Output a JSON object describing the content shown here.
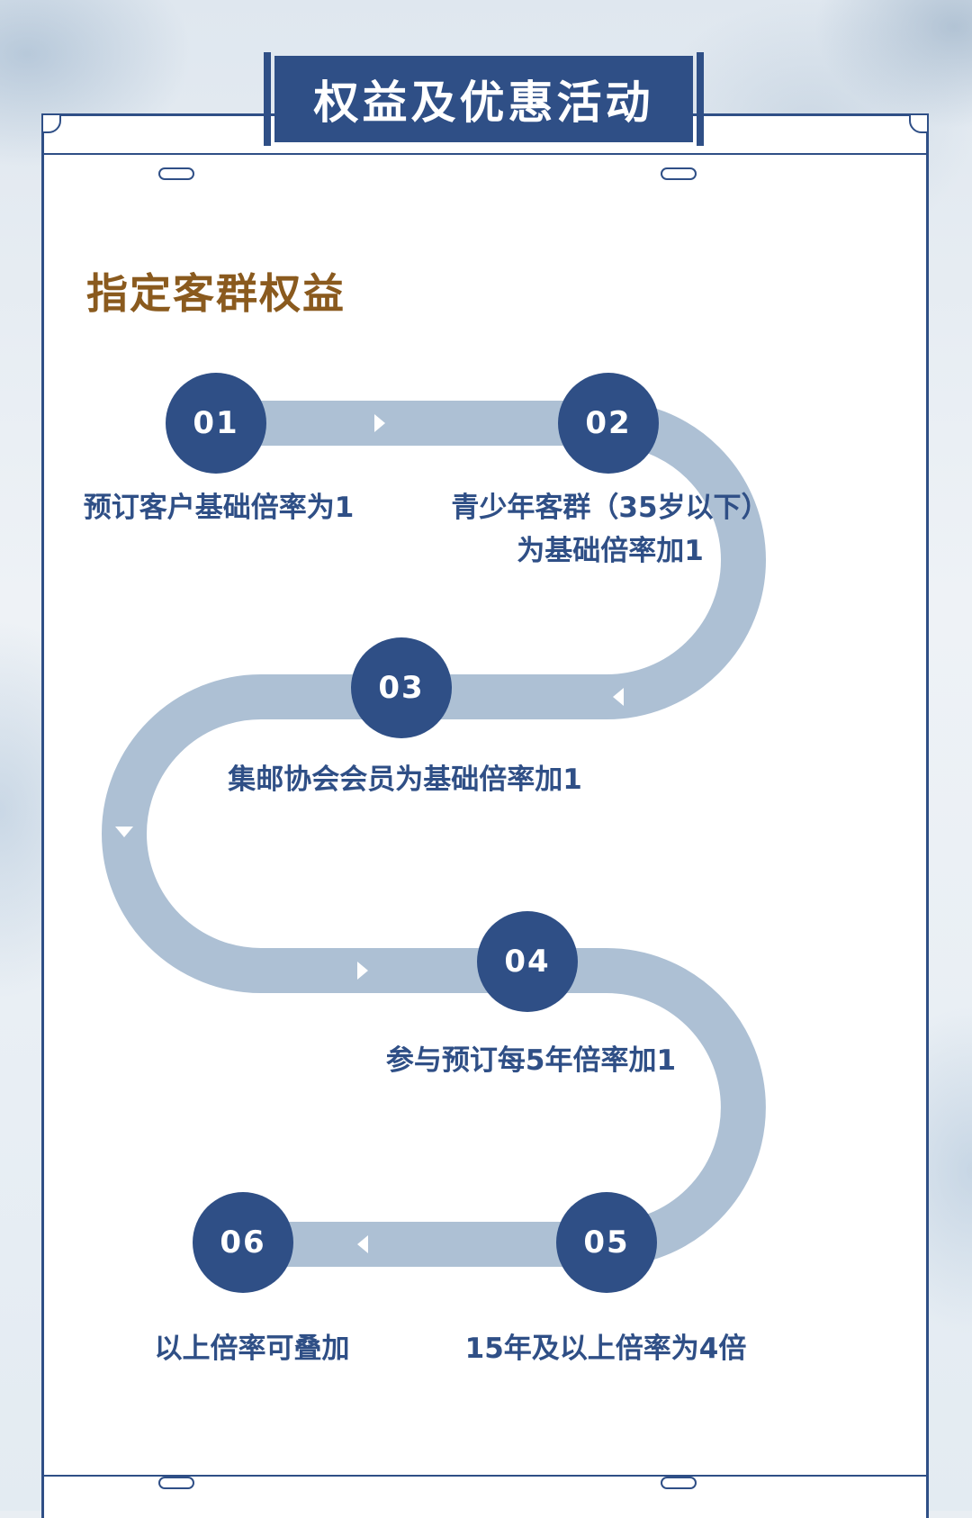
{
  "title": "权益及优惠活动",
  "section_title": "指定客群权益",
  "steps": [
    {
      "num": "01",
      "text": "预订客户基础倍率为1"
    },
    {
      "num": "02",
      "text_line1": "青少年客群（35岁以下）",
      "text_line2": "为基础倍率加1"
    },
    {
      "num": "03",
      "text": "集邮协会会员为基础倍率加1"
    },
    {
      "num": "04",
      "text": "参与预订每5年倍率加1"
    },
    {
      "num": "05",
      "text": "15年及以上倍率为4倍"
    },
    {
      "num": "06",
      "text": "以上倍率可叠加"
    }
  ],
  "colors": {
    "navy": "#2f4f86",
    "road": "#adc0d4",
    "gold": "#8a5a1e"
  }
}
